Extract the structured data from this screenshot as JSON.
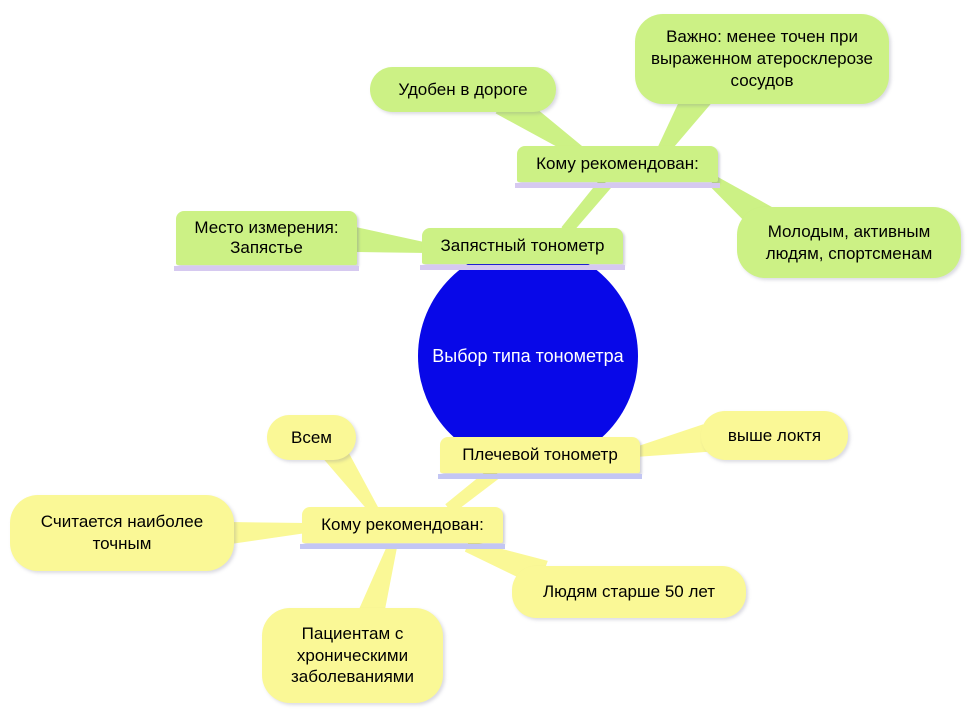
{
  "center": {
    "label": "Выбор типа тонометра"
  },
  "wrist_branch": {
    "topic": "Запястный тонометр",
    "place": "Место измерения: Запястье",
    "recommended": "Кому рекомендован:",
    "travel": "Удобен в дороге",
    "warning": "Важно: менее точен при выраженном атеросклерозе сосудов",
    "young": "Молодым, активным людям, спортсменам"
  },
  "shoulder_branch": {
    "topic": "Плечевой тонометр",
    "place": "выше локтя",
    "recommended": "Кому рекомендован:",
    "everyone": "Всем",
    "accurate": "Считается наиболее точным",
    "over_50": "Людям старше 50 лет",
    "chronic": "Пациентам с хроническими заболеваниями"
  },
  "colors": {
    "center_bg": "#0808e8",
    "center_text": "#ffffff",
    "wrist_branch_fill": "#ccf185",
    "shoulder_branch_fill": "#faf896",
    "wrist_underline": "#d6c9f0",
    "shoulder_underline": "#c3c6f3",
    "background": "#ffffff"
  }
}
